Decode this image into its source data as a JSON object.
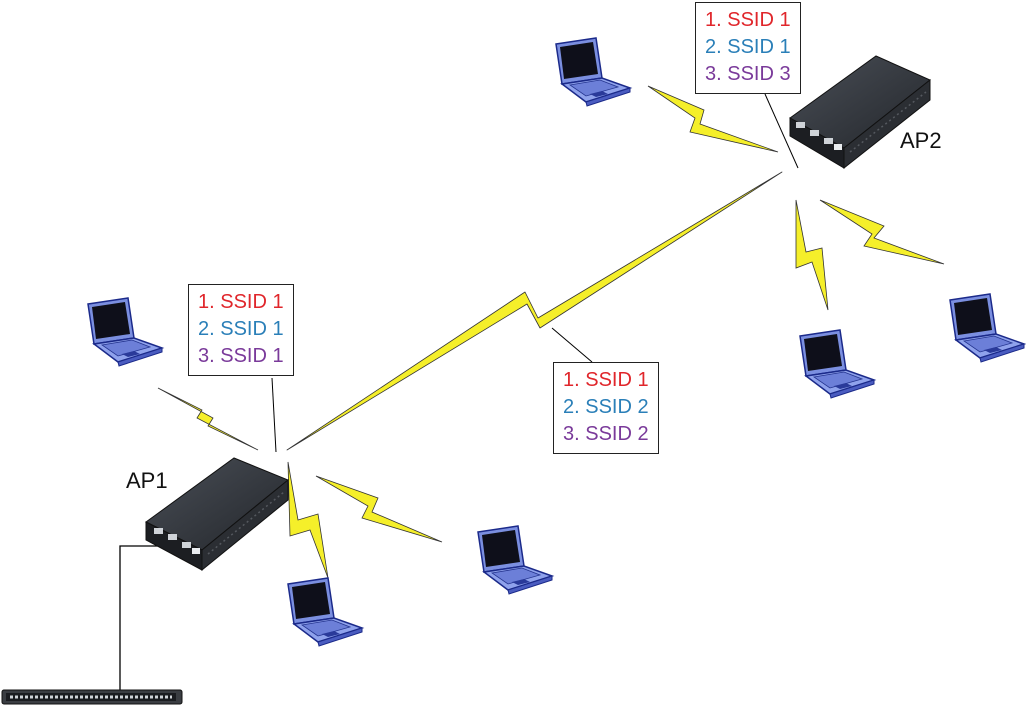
{
  "colors": {
    "line1": "#e0262b",
    "line2": "#2a7fb8",
    "line3": "#7a3a9a",
    "bolt": "#f5ef2a",
    "device": "#2e3136",
    "laptop_screen": "#0e0f1a",
    "laptop_frame": "#7b8fe0"
  },
  "access_points": [
    {
      "label": "AP1"
    },
    {
      "label": "AP2"
    }
  ],
  "ssid_boxes": [
    {
      "lines": [
        "1. SSID 1",
        "2. SSID 1",
        "3. SSID 1"
      ]
    },
    {
      "lines": [
        "1. SSID 1",
        "2. SSID 1",
        "3. SSID 3"
      ]
    },
    {
      "lines": [
        "1. SSID 1",
        "2. SSID 2",
        "3. SSID 2"
      ]
    }
  ],
  "laptops": 6,
  "icons": {
    "access_point": "router-icon",
    "client": "laptop-icon",
    "switch": "network-switch-icon",
    "wireless_link": "lightning-bolt-icon"
  }
}
